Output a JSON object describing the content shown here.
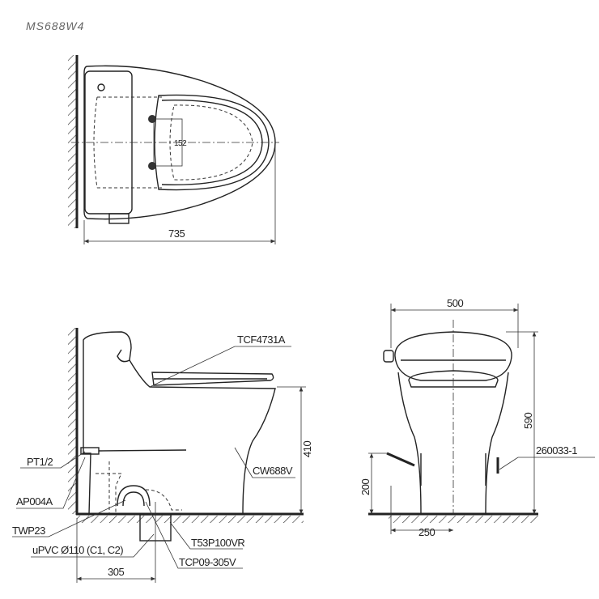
{
  "title": "MS688W4",
  "top_view": {
    "width_dim": "735",
    "inner_dim": "152"
  },
  "side_view": {
    "height_dim": "410",
    "offset_dim": "305",
    "labels": [
      "TCF4731A",
      "CW688V",
      "PT1/2",
      "AP004A",
      "TWP23",
      "uPVC Ø110 (C1, C2)",
      "T53P100VR",
      "TCP09-305V"
    ]
  },
  "front_view": {
    "width_dim": "500",
    "height_dim": "590",
    "inlet_height_dim": "200",
    "inlet_offset_dim": "250",
    "labels": [
      "260033-1"
    ]
  }
}
